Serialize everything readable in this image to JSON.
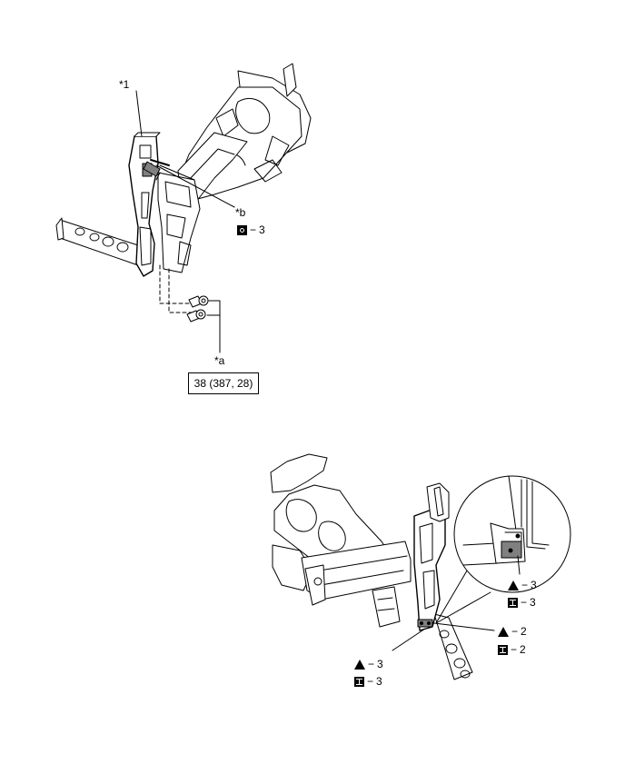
{
  "labels": {
    "part_1": "*1",
    "callout_a": "*a",
    "callout_b": "*b",
    "torque": "38 (387, 28)"
  },
  "symbols": {
    "top_b": {
      "icon": "o-box-icon",
      "sep": "−",
      "value": "3"
    },
    "inset_1": {
      "icon": "triangle-i-icon",
      "sep": "−",
      "value": "3"
    },
    "inset_2": {
      "icon": "i-box-icon",
      "sep": "−",
      "value": "3"
    },
    "right_1": {
      "icon": "triangle-i-icon",
      "sep": "−",
      "value": "2"
    },
    "right_2": {
      "icon": "i-box-icon",
      "sep": "−",
      "value": "2"
    },
    "left_1": {
      "icon": "triangle-i-icon",
      "sep": "−",
      "value": "3"
    },
    "left_2": {
      "icon": "i-box-icon",
      "sep": "−",
      "value": "3"
    }
  },
  "colors": {
    "line": "#000000",
    "fill": "#ffffff",
    "shade": "#808080"
  }
}
